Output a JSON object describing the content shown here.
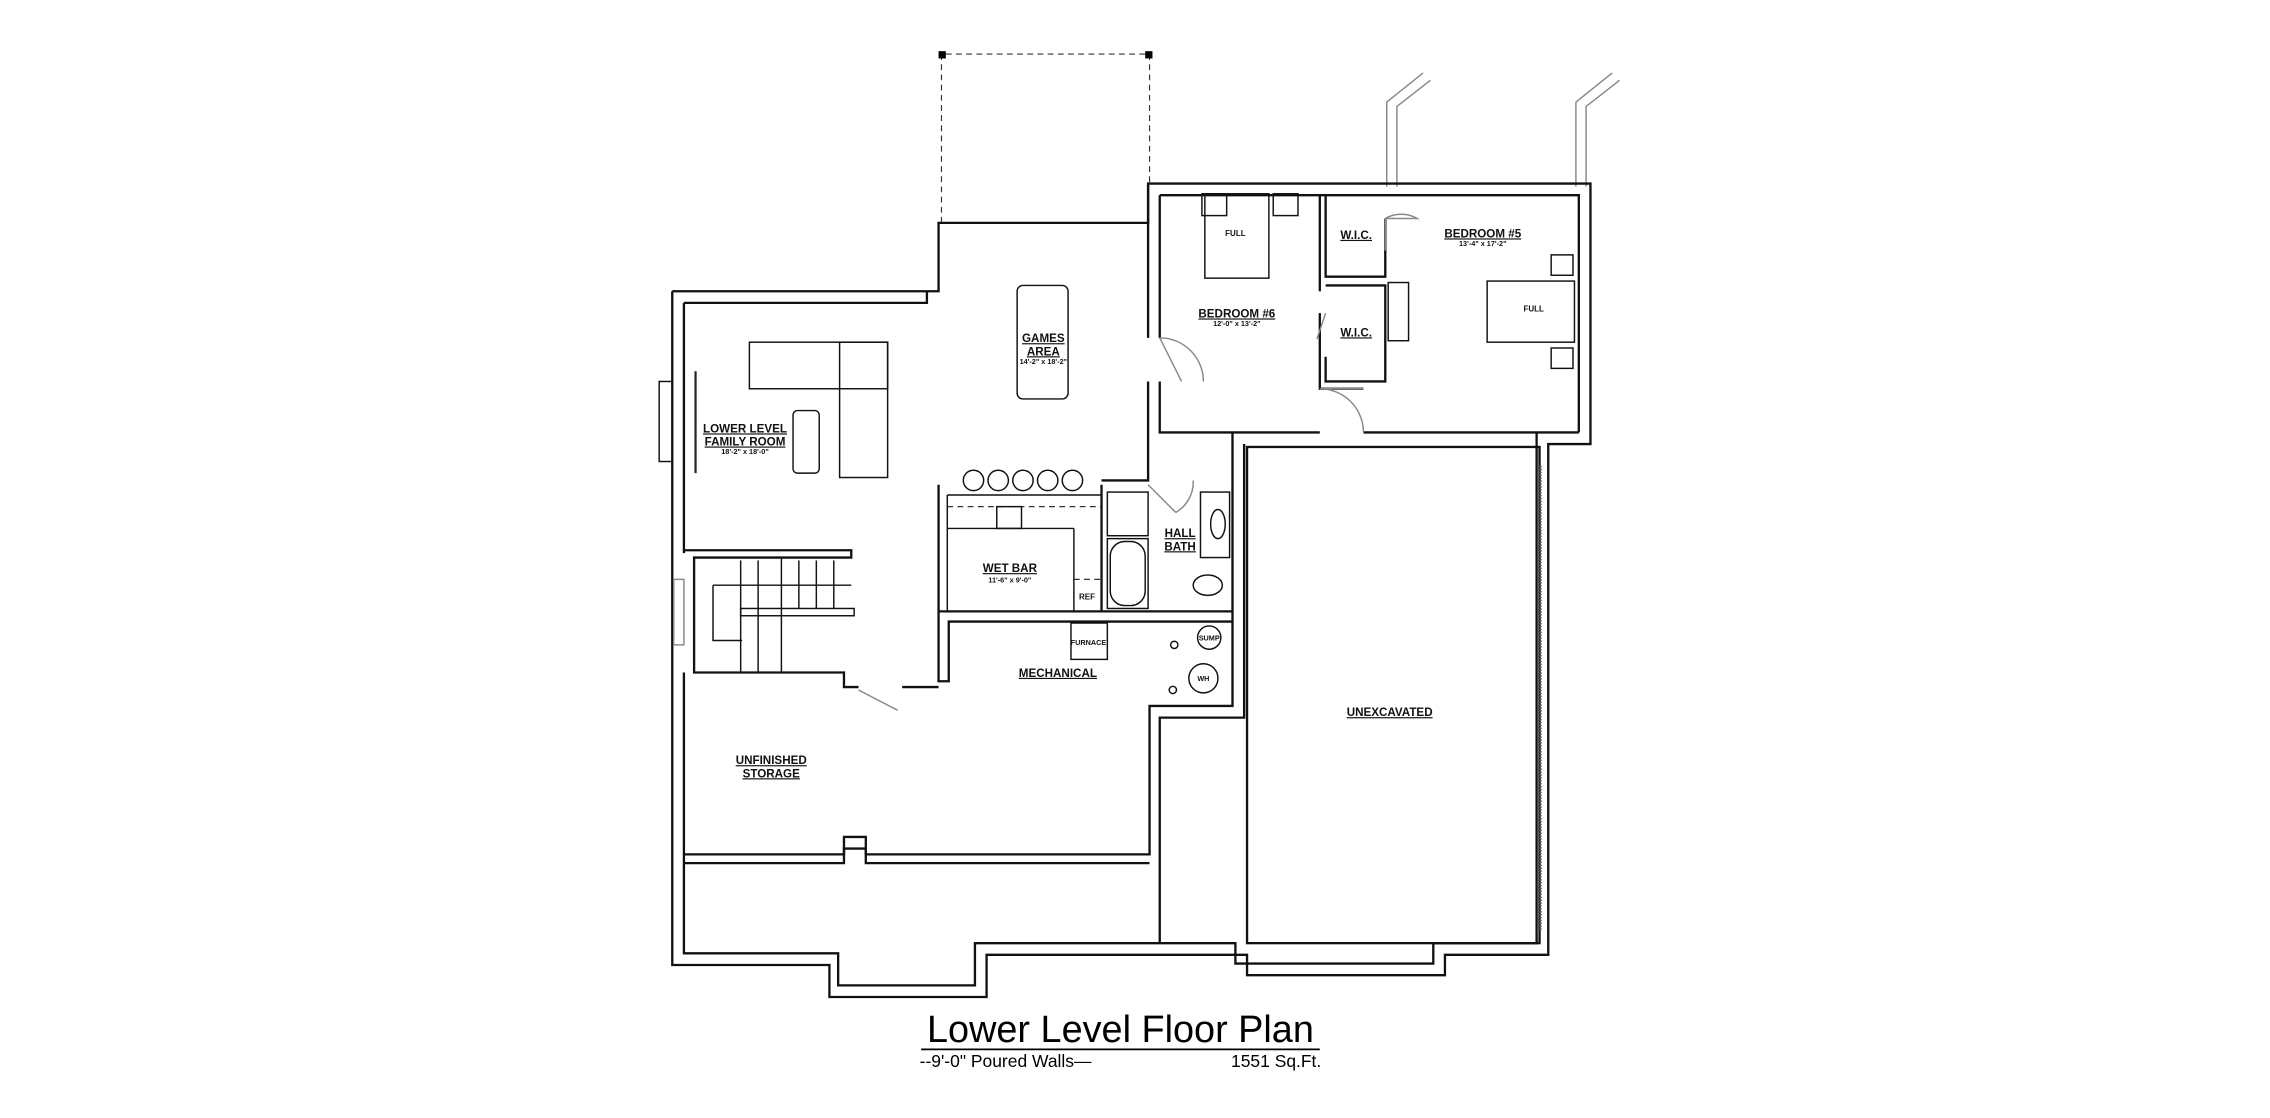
{
  "title": "Lower Level Floor Plan",
  "subtitle_walls": "--9'-0\" Poured Walls—",
  "subtitle_area": "1551 Sq.Ft.",
  "rooms": {
    "family_room": {
      "name1": "LOWER LEVEL",
      "name2": "FAMILY ROOM",
      "dims": "18'-2\" x 18'-0\""
    },
    "games_area": {
      "name1": "GAMES",
      "name2": "AREA",
      "dims": "14'-2\" x 18'-2\""
    },
    "wet_bar": {
      "name": "WET BAR",
      "dims": "11'-6\" x 9'-0\"",
      "ref": "REF"
    },
    "bedroom6": {
      "name": "BEDROOM #6",
      "dims": "12'-0\" x 13'-2\"",
      "bed": "FULL"
    },
    "bedroom5": {
      "name": "BEDROOM #5",
      "dims": "13'-4\" x 17'-2\"",
      "bed": "FULL"
    },
    "wic1": {
      "name": "W.I.C."
    },
    "wic2": {
      "name": "W.I.C."
    },
    "hall_bath": {
      "name1": "HALL",
      "name2": "BATH"
    },
    "mechanical": {
      "name": "MECHANICAL",
      "furnace": "FURNACE",
      "sump": "SUMP",
      "wh": "WH"
    },
    "storage": {
      "name1": "UNFINISHED",
      "name2": "STORAGE"
    },
    "unexcavated": {
      "name": "UNEXCAVATED"
    }
  }
}
